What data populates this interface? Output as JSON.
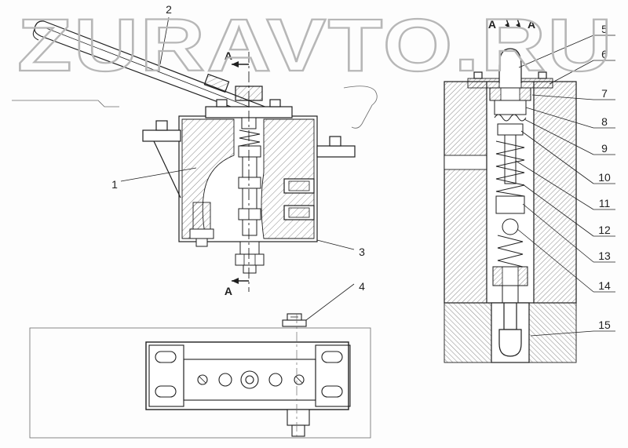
{
  "watermark": {
    "text": "ZURAVTO.RU"
  },
  "section": {
    "arrow_label_top": "A",
    "arrow_label_bottom": "A",
    "title_left": "A",
    "title_right": "A"
  },
  "part_labels": [
    "1",
    "2",
    "3",
    "4",
    "5",
    "6",
    "7",
    "8",
    "9",
    "10",
    "11",
    "12",
    "13",
    "14",
    "15"
  ],
  "colors": {
    "line": "#1f1f1f",
    "thin_line": "#6a6a6a",
    "hatch": "#3c3c3c",
    "watermark": "#b7b7b7",
    "background": "#fdfdfd"
  }
}
